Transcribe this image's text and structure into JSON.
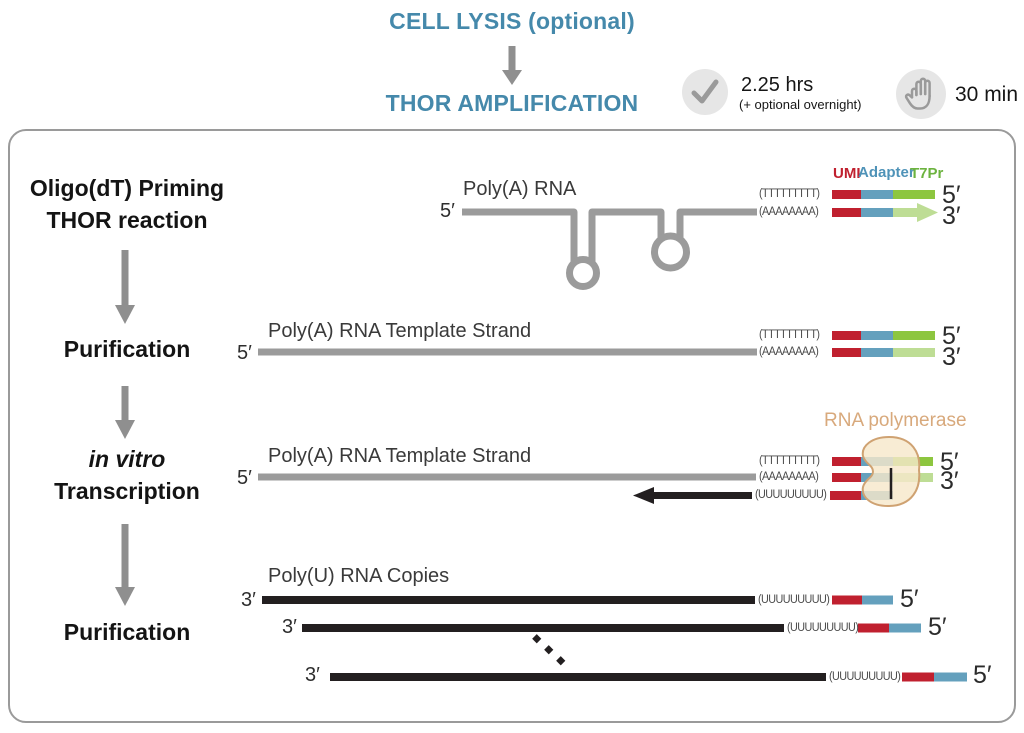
{
  "header": {
    "cell_lysis": "CELL LYSIS (optional)",
    "title": "THOR AMPLIFICATION",
    "duration_primary": "2.25 hrs",
    "duration_note": "(+ optional overnight)",
    "hands_on_time": "30 min"
  },
  "steps": {
    "step1_line1": "Oligo(dT) Priming",
    "step1_line2": "THOR reaction",
    "step2": "Purification",
    "step3_line1": "in vitro",
    "step3_line2": "Transcription",
    "step4": "Purification"
  },
  "diagram": {
    "row1": {
      "title": "Poly(A) RNA",
      "left_end": "5′",
      "t_seq": "(TTTTTTTTT)",
      "a_seq": "(AAAAAAAA)",
      "umi_label": "UMI",
      "adapter_label": "Adapter",
      "t7pr_label": "T7Pr",
      "top_right_end": "5′",
      "bottom_right_end": "3′"
    },
    "row2": {
      "title": "Poly(A) RNA Template Strand",
      "left_end": "5′",
      "t_seq": "(TTTTTTTTT)",
      "a_seq": "(AAAAAAAA)",
      "top_right_end": "5′",
      "bottom_right_end": "3′"
    },
    "row3": {
      "title": "Poly(A) RNA Template Strand",
      "polymerase_label": "RNA polymerase",
      "left_end": "5′",
      "t_seq": "(TTTTTTTTT)",
      "a_seq": "(AAAAAAAA)",
      "u_seq": "(UUUUUUUUU)",
      "top_right_end": "5′",
      "bottom_right_end": "3′"
    },
    "row4": {
      "title": "Poly(U) RNA Copies",
      "strands": [
        {
          "left_end": "3′",
          "u_seq": "(UUUUUUUUU)",
          "right_end": "5′"
        },
        {
          "left_end": "3′",
          "u_seq": "(UUUUUUUUU)",
          "right_end": "5′"
        },
        {
          "left_end": "3′",
          "u_seq": "(UUUUUUUUU)",
          "right_end": "5′"
        }
      ]
    }
  },
  "colors": {
    "accent_teal": "#4589ab",
    "umi_red": "#c0202f",
    "adapter_blue": "#64a0bd",
    "t7pr_green": "#8dc63f",
    "t7pr_green_light": "#bedd95",
    "strand_gray": "#9b9b9b",
    "strand_black": "#231f20",
    "polymerase_tan": "#d8a97c",
    "polymerase_fill": "#f6e8cb",
    "polymerase_stroke": "#cfa272",
    "icon_circle": "#e6e6e6",
    "icon_glyph": "#9a9a9a",
    "arrow_gray": "#8f8f8f",
    "box_border": "#9a9a9a"
  }
}
